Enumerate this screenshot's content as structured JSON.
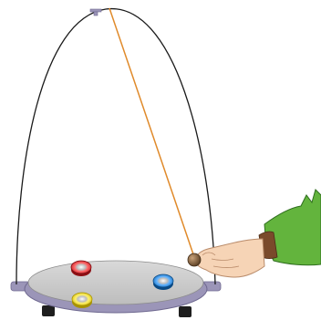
{
  "scene": {
    "colors": {
      "frame": "#1a1a1a",
      "string": "#e08a2a",
      "base_top": "#cfcfcf",
      "base_rim": "#9b95b8",
      "magnet_red": "#d8262b",
      "magnet_blue": "#1d7fd1",
      "magnet_yellow": "#f0d81c",
      "sleeve": "#63b43d",
      "skin": "#f6d4b6",
      "pendulum_bob": "#7a5a3a"
    },
    "objects": [
      {
        "name": "pendulum-frame",
        "icon": "arch-frame-icon"
      },
      {
        "name": "pendulum-string",
        "icon": "string-icon"
      },
      {
        "name": "pendulum-bob",
        "icon": "bob-icon"
      },
      {
        "name": "base-plate",
        "icon": "plate-icon"
      },
      {
        "name": "magnet-red",
        "icon": "magnet-icon"
      },
      {
        "name": "magnet-blue",
        "icon": "magnet-icon"
      },
      {
        "name": "magnet-yellow",
        "icon": "magnet-icon"
      },
      {
        "name": "hand",
        "icon": "hand-icon"
      }
    ]
  }
}
